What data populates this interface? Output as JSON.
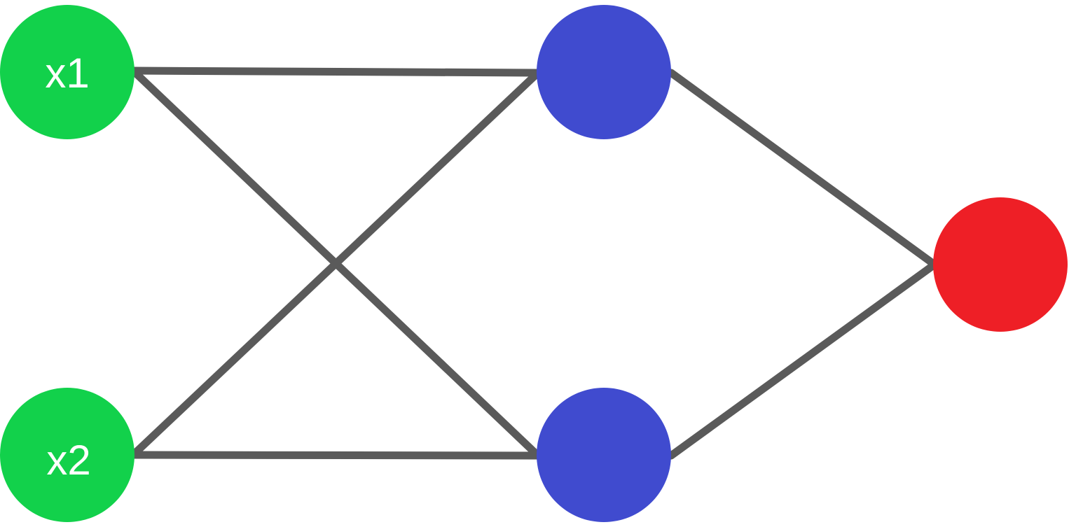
{
  "colors": {
    "input_node": "#12d14b",
    "hidden_node": "#404bcf",
    "output_node": "#ee1f26",
    "edge": "#5a5a5a",
    "label": "#ffffff",
    "background": "#ffffff"
  },
  "nodes": {
    "input_1": {
      "label": "x1"
    },
    "input_2": {
      "label": "x2"
    },
    "hidden_1": {
      "label": ""
    },
    "hidden_2": {
      "label": ""
    },
    "output": {
      "label": ""
    }
  },
  "edges": [
    {
      "from": "input_1",
      "to": "hidden_1"
    },
    {
      "from": "input_1",
      "to": "hidden_2"
    },
    {
      "from": "input_2",
      "to": "hidden_1"
    },
    {
      "from": "input_2",
      "to": "hidden_2"
    },
    {
      "from": "hidden_1",
      "to": "output"
    },
    {
      "from": "hidden_2",
      "to": "output"
    }
  ]
}
